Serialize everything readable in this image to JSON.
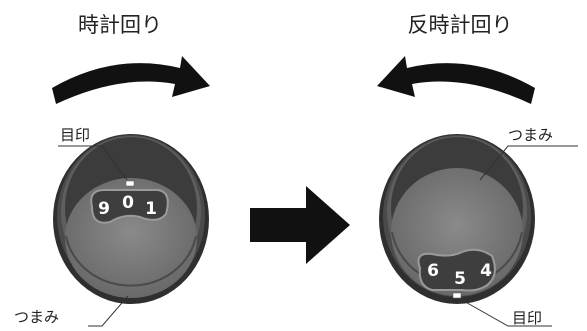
{
  "left": {
    "title": "時計回り",
    "mark_label": "目印",
    "knob_label": "つまみ",
    "digits": [
      "9",
      "0",
      "1"
    ]
  },
  "right": {
    "title": "反時計回り",
    "knob_label": "つまみ",
    "mark_label": "目印",
    "digits": [
      "6",
      "5",
      "4"
    ]
  },
  "colors": {
    "arrow": "#111111",
    "knob_dark": "#3a3a3a",
    "knob_mid": "#5c5c5c",
    "knob_face": "#777777",
    "badge": "#4a4a4a"
  }
}
